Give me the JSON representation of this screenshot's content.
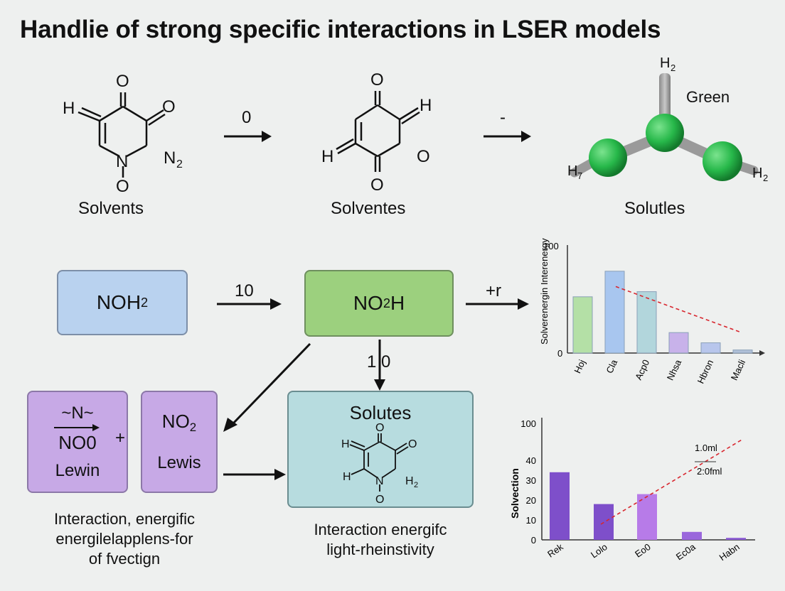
{
  "title": "Handlie of strong specific interactions in LSER models",
  "top_row": {
    "mol1_label": "Solvents",
    "mol2_label": "Solventes",
    "mol3_label": "Solutles",
    "arrow1_label": "0",
    "arrow2_label": "-",
    "mol3_green_label": "Green"
  },
  "middle_row": {
    "box_noh2": "NOH",
    "box_no2h": "NO",
    "arrow1_label": "10",
    "arrow2_label": "+r",
    "arrow_down_label": "1 0"
  },
  "bottom_row": {
    "lewin_top": "~N~",
    "lewin_mid": "NO0",
    "lewin_label": "Lewin",
    "plus": "+",
    "no2_label": "NO",
    "lewis_label": "Lewis",
    "solutes_title": "Solutes",
    "caption_left": [
      "Interaction, energific",
      "energilelapplens-for",
      "of fvectign"
    ],
    "caption_center": [
      "Interaction energifc",
      "light-rheinstivity"
    ]
  },
  "colors": {
    "blue_box": "#b9d2ef",
    "green_box": "#9cd07e",
    "purple_box": "#c7a9e6",
    "teal_box": "#b7dcdf",
    "atom_green": "#27b84a",
    "trend_red": "#d8262e"
  },
  "chart_data": [
    {
      "type": "bar",
      "ylabel": "Solverenergin Interenergy",
      "categories": [
        "Hoj",
        "Cla",
        "Acp0",
        "Nhsa",
        "Hbron",
        "Macli"
      ],
      "values": [
        55,
        80,
        60,
        20,
        10,
        3
      ],
      "colors": [
        "#b4e0a6",
        "#a8c6ef",
        "#b2d6dc",
        "#c8b2ea",
        "#b8c6ec",
        "#b0c0d8"
      ],
      "yticks": [
        "100",
        "0"
      ],
      "ylim": [
        0,
        100
      ],
      "trend": true
    },
    {
      "type": "bar",
      "ylabel": "Solvection",
      "categories": [
        "Rek",
        "Lolo",
        "Eo0",
        "Ec0a",
        "Habn"
      ],
      "values": [
        34,
        18,
        23,
        4,
        1
      ],
      "colors": [
        "#7e4fca",
        "#7e4fca",
        "#b77be8",
        "#9a67dc",
        "#8a5bd2"
      ],
      "yticks": [
        "100",
        "40",
        "30",
        "20",
        "10",
        "0"
      ],
      "ylim": [
        0,
        40
      ],
      "annotations": [
        "1.0ml",
        "2:0fml"
      ],
      "trend": true
    }
  ]
}
